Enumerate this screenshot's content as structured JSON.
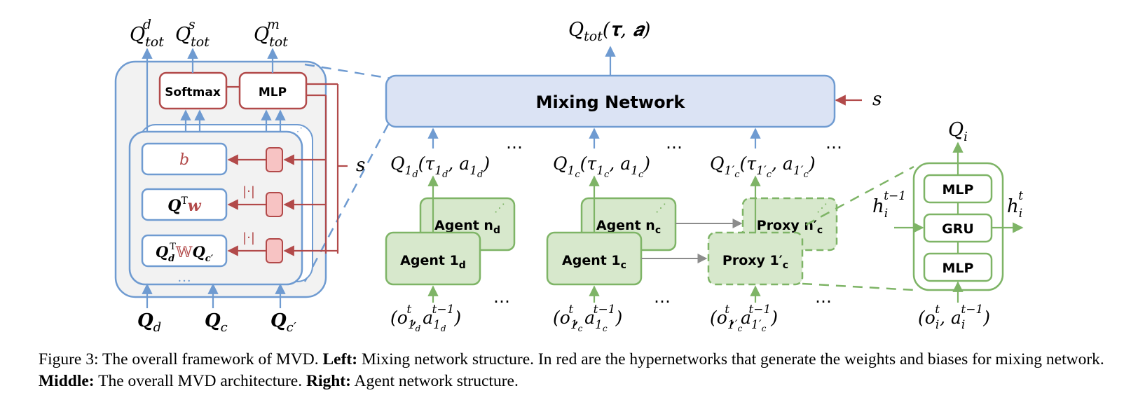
{
  "left_panel": {
    "outputs": {
      "q_d": {
        "base": "Q",
        "sup": "d",
        "sub": "tot"
      },
      "q_s": {
        "base": "Q",
        "sup": "s",
        "sub": "tot"
      },
      "q_m": {
        "base": "Q",
        "sup": "m",
        "sub": "tot"
      }
    },
    "softmax_label": "Softmax",
    "mlp_label": "MLP",
    "state_label": "s",
    "bias_label": "b",
    "qtw": {
      "q": "Q",
      "t": "T",
      "w": "w"
    },
    "qwq": {
      "q": "Q",
      "sub_d": "d",
      "t": "T",
      "w": "𝕎",
      "q2": "Q",
      "sub_c": "c′"
    },
    "abs_label": "|·|",
    "ellipsis": "…",
    "inputs": {
      "qd": {
        "base": "Q",
        "sub": "d"
      },
      "qc": {
        "base": "Q",
        "sub": "c"
      },
      "qcp": {
        "base": "Q",
        "sub": "c′"
      }
    }
  },
  "middle_panel": {
    "top_output": "Q",
    "top_output_sub": "tot",
    "top_output_args": "(𝛕, 𝒂)",
    "mixing_label": "Mixing Network",
    "state_label": "s",
    "ellipsis": "…",
    "groups": [
      {
        "q_sub": "1",
        "q_subsub": "d",
        "tau_sub": "1",
        "tau_subsub": "d",
        "a_sub": "1",
        "a_subsub": "d",
        "front_label": "Agent 1",
        "front_sub": "d",
        "back_label": "Agent n",
        "back_sub": "d",
        "obs_sub": "1",
        "obs_subsub": "d",
        "act_sub": "1",
        "act_subsub": "d"
      },
      {
        "q_sub": "1",
        "q_subsub": "c",
        "tau_sub": "1",
        "tau_subsub": "c",
        "a_sub": "1",
        "a_subsub": "c",
        "front_label": "Agent 1",
        "front_sub": "c",
        "back_label": "Agent n",
        "back_sub": "c",
        "obs_sub": "1",
        "obs_subsub": "c",
        "act_sub": "1",
        "act_subsub": "c"
      },
      {
        "q_sub": "1′",
        "q_subsub": "c",
        "tau_sub": "1′",
        "tau_subsub": "c",
        "a_sub": "1′",
        "a_subsub": "c",
        "front_label": "Proxy 1′",
        "front_sub": "c",
        "back_label": "Proxy n′",
        "back_sub": "c",
        "obs_sub": "1′",
        "obs_subsub": "c",
        "act_sub": "1′",
        "act_subsub": "c"
      }
    ],
    "obs_o": "o",
    "obs_t": "t",
    "act_a": "a",
    "act_t": "t−1"
  },
  "right_panel": {
    "output": "Q",
    "output_sub": "i",
    "h_in": "h",
    "h_in_sub": "i",
    "h_in_sup": "t−1",
    "h_out": "h",
    "h_out_sub": "i",
    "h_out_sup": "t",
    "mlp_top": "MLP",
    "gru": "GRU",
    "mlp_bottom": "MLP",
    "input": {
      "o": "o",
      "o_sub": "i",
      "o_sup": "t",
      "a": "a",
      "a_sub": "i",
      "a_sup": "t−1"
    }
  },
  "caption": {
    "prefix": "Figure 3: The overall framework of MVD. ",
    "left_bold": "Left:",
    "left_text": " Mixing network structure. In red are the hypernetworks that generate the weights and biases for mixing network. ",
    "middle_bold": "Middle:",
    "middle_text": " The overall MVD architecture. ",
    "right_bold": "Right:",
    "right_text": " Agent network structure."
  },
  "colors": {
    "blue": "#6f9bd1",
    "blue_fill": "#dbe3f4",
    "red": "#b24a4a",
    "red_fill": "#f7c3c3",
    "green": "#7eb466",
    "green_fill": "#d7e8cc",
    "panel_fill": "#f2f2f2"
  }
}
